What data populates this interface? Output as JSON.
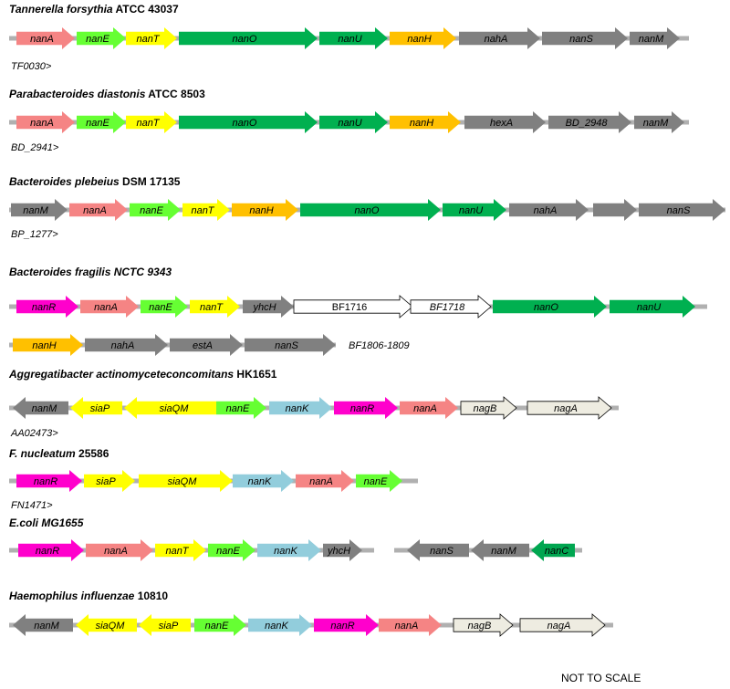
{
  "colors": {
    "nanA": "#f58484",
    "nanE": "#66ff33",
    "nanT": "#ffff00",
    "nanO": "#00b050",
    "nanU": "#00b050",
    "nanH": "#ffc000",
    "nanR": "#ff00cc",
    "siaP": "#ffff00",
    "siaQM": "#ffff00",
    "nanK": "#92cddc",
    "nanC": "#00a650",
    "grey": "#808080",
    "open": "#ffffff",
    "nag": "#eeece1",
    "backbone": "#b0b0b0"
  },
  "operons": [
    {
      "title_italic": "Tannerella forsythia",
      "title_plain": " ATCC 43037",
      "note": "TF0030>",
      "genes": [
        {
          "label": "nanA",
          "color": "nanA",
          "dir": "right"
        },
        {
          "label": "nanE",
          "color": "nanE",
          "dir": "right"
        },
        {
          "label": "nanT",
          "color": "nanT",
          "dir": "right"
        },
        {
          "label": "nanO",
          "color": "nanO",
          "dir": "right"
        },
        {
          "label": "nanU",
          "color": "nanU",
          "dir": "right"
        },
        {
          "label": "nanH",
          "color": "nanH",
          "dir": "right"
        },
        {
          "label": "nahA",
          "color": "grey",
          "dir": "right"
        },
        {
          "label": "nanS",
          "color": "grey",
          "dir": "right"
        },
        {
          "label": "nanM",
          "color": "grey",
          "dir": "right"
        }
      ]
    },
    {
      "title_italic": "Parabacteroides diastonis",
      "title_plain": " ATCC 8503",
      "note": "BD_2941>",
      "genes": [
        {
          "label": "nanA",
          "color": "nanA",
          "dir": "right"
        },
        {
          "label": "nanE",
          "color": "nanE",
          "dir": "right"
        },
        {
          "label": "nanT",
          "color": "nanT",
          "dir": "right"
        },
        {
          "label": "nanO",
          "color": "nanO",
          "dir": "right"
        },
        {
          "label": "nanU",
          "color": "nanU",
          "dir": "right"
        },
        {
          "label": "nanH",
          "color": "nanH",
          "dir": "right"
        },
        {
          "label": "hexA",
          "color": "grey",
          "dir": "right"
        },
        {
          "label": "BD_2948",
          "color": "grey",
          "dir": "right"
        },
        {
          "label": "nanM",
          "color": "grey",
          "dir": "right"
        }
      ]
    },
    {
      "title_italic": "Bacteroides plebeius",
      "title_plain": " DSM 17135",
      "note": "BP_1277>",
      "genes": [
        {
          "label": "nanM",
          "color": "grey",
          "dir": "right"
        },
        {
          "label": "nanA",
          "color": "nanA",
          "dir": "right"
        },
        {
          "label": "nanE",
          "color": "nanE",
          "dir": "right"
        },
        {
          "label": "nanT",
          "color": "nanT",
          "dir": "right"
        },
        {
          "label": "nanH",
          "color": "nanH",
          "dir": "right"
        },
        {
          "label": "nanO",
          "color": "nanO",
          "dir": "right"
        },
        {
          "label": "nanU",
          "color": "nanU",
          "dir": "right"
        },
        {
          "label": "nahA",
          "color": "grey",
          "dir": "right"
        },
        {
          "label": "",
          "color": "grey",
          "dir": "right"
        },
        {
          "label": "nanS",
          "color": "grey",
          "dir": "right"
        }
      ]
    },
    {
      "title_italic": "Bacteroides fragilis NCTC 9343",
      "title_plain": "",
      "note": "BF1806-1809",
      "genes": [
        {
          "label": "nanR",
          "color": "nanR",
          "dir": "right"
        },
        {
          "label": "nanA",
          "color": "nanA",
          "dir": "right"
        },
        {
          "label": "nanE",
          "color": "nanE",
          "dir": "right"
        },
        {
          "label": "nanT",
          "color": "nanT",
          "dir": "right"
        },
        {
          "label": "yhcH",
          "color": "grey",
          "dir": "right"
        },
        {
          "label": "BF1716",
          "color": "open",
          "dir": "right",
          "plain": true
        },
        {
          "label": "BF1718",
          "color": "open",
          "dir": "right"
        },
        {
          "label": "nanO",
          "color": "nanO",
          "dir": "right"
        },
        {
          "label": "nanU",
          "color": "nanU",
          "dir": "right"
        },
        {
          "label": "nanH",
          "color": "nanH",
          "dir": "right"
        },
        {
          "label": "nahA",
          "color": "grey",
          "dir": "right"
        },
        {
          "label": "estA",
          "color": "grey",
          "dir": "right"
        },
        {
          "label": "nanS",
          "color": "grey",
          "dir": "right"
        }
      ]
    },
    {
      "title_italic": "Aggregatibacter actinomyceteconcomitans",
      "title_plain": " HK1651",
      "note": "AA02473>",
      "genes": [
        {
          "label": "nanM",
          "color": "grey",
          "dir": "left"
        },
        {
          "label": "siaP",
          "color": "siaP",
          "dir": "left"
        },
        {
          "label": "siaQM",
          "color": "siaQM",
          "dir": "left"
        },
        {
          "label": "nanE",
          "color": "nanE",
          "dir": "right"
        },
        {
          "label": "nanK",
          "color": "nanK",
          "dir": "right"
        },
        {
          "label": "nanR",
          "color": "nanR",
          "dir": "right"
        },
        {
          "label": "nanA",
          "color": "nanA",
          "dir": "right"
        },
        {
          "label": "nagB",
          "color": "nag",
          "dir": "right"
        },
        {
          "label": "nagA",
          "color": "nag",
          "dir": "right"
        }
      ]
    },
    {
      "title_italic": "F. nucleatum",
      "title_plain": " 25586",
      "note": "FN1471>",
      "genes": [
        {
          "label": "nanR",
          "color": "nanR",
          "dir": "right"
        },
        {
          "label": "siaP",
          "color": "siaP",
          "dir": "right"
        },
        {
          "label": "siaQM",
          "color": "siaQM",
          "dir": "right"
        },
        {
          "label": "nanK",
          "color": "nanK",
          "dir": "right"
        },
        {
          "label": "nanA",
          "color": "nanA",
          "dir": "right"
        },
        {
          "label": "nanE",
          "color": "nanE",
          "dir": "right"
        }
      ]
    },
    {
      "title_italic": "E.coli MG1655",
      "title_plain": "",
      "note": "",
      "genes": [
        {
          "label": "nanR",
          "color": "nanR",
          "dir": "right"
        },
        {
          "label": "nanA",
          "color": "nanA",
          "dir": "right"
        },
        {
          "label": "nanT",
          "color": "nanT",
          "dir": "right"
        },
        {
          "label": "nanE",
          "color": "nanE",
          "dir": "right"
        },
        {
          "label": "nanK",
          "color": "nanK",
          "dir": "right"
        },
        {
          "label": "yhcH",
          "color": "grey",
          "dir": "right"
        },
        {
          "label": "nanS",
          "color": "grey",
          "dir": "left"
        },
        {
          "label": "nanM",
          "color": "grey",
          "dir": "left"
        },
        {
          "label": "nanC",
          "color": "nanC",
          "dir": "left"
        }
      ]
    },
    {
      "title_italic": "Haemophilus influenzae",
      "title_plain": " 10810",
      "note": "",
      "genes": [
        {
          "label": "nanM",
          "color": "grey",
          "dir": "left"
        },
        {
          "label": "siaQM",
          "color": "siaQM",
          "dir": "left"
        },
        {
          "label": "siaP",
          "color": "siaP",
          "dir": "left"
        },
        {
          "label": "nanE",
          "color": "nanE",
          "dir": "right"
        },
        {
          "label": "nanK",
          "color": "nanK",
          "dir": "right"
        },
        {
          "label": "nanR",
          "color": "nanR",
          "dir": "right"
        },
        {
          "label": "nanA",
          "color": "nanA",
          "dir": "right"
        },
        {
          "label": "nagB",
          "color": "nag",
          "dir": "right"
        },
        {
          "label": "nagA",
          "color": "nag",
          "dir": "right"
        }
      ]
    }
  ],
  "footer": "NOT TO SCALE"
}
